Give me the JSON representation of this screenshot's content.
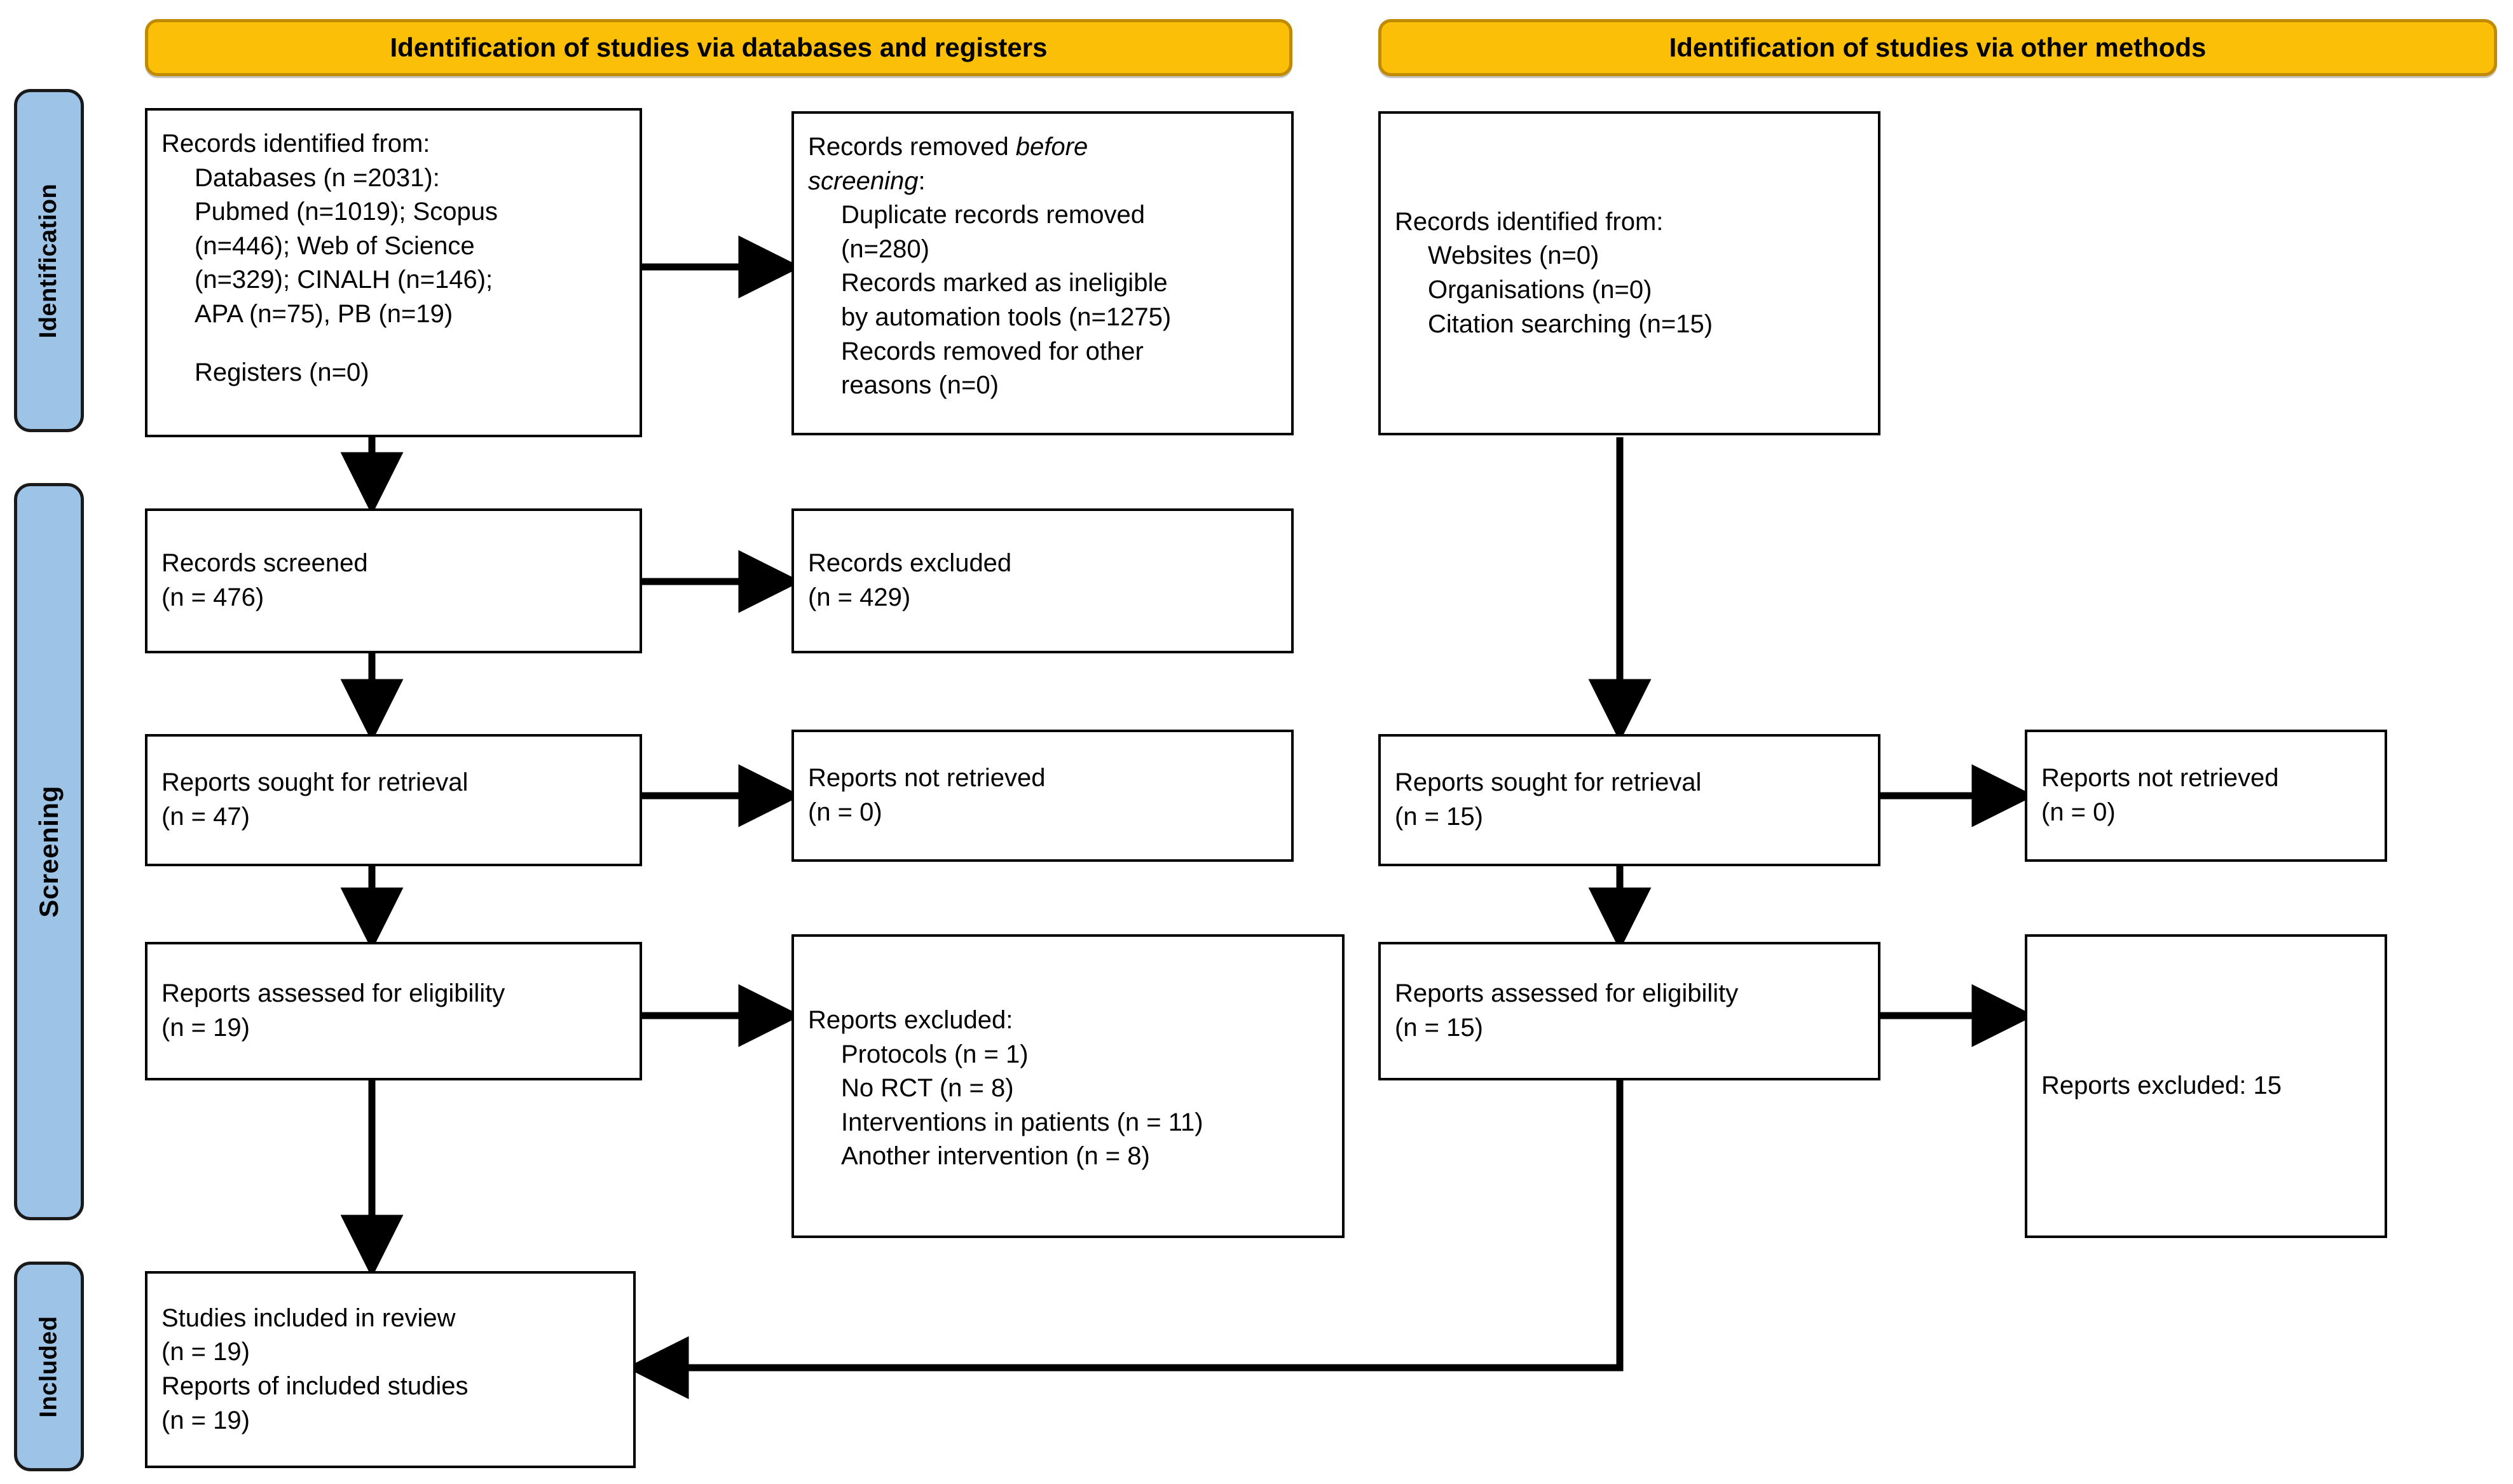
{
  "diagram": {
    "type": "PRISMA 2020 flow diagram",
    "banners": [
      {
        "id": "databases",
        "label": "Identification of studies via databases and registers"
      },
      {
        "id": "other",
        "label": "Identification of studies via other methods"
      }
    ],
    "phases": [
      {
        "id": "identification",
        "label": "Identification"
      },
      {
        "id": "screening",
        "label": "Screening"
      },
      {
        "id": "included",
        "label": "Included"
      }
    ],
    "colors": {
      "banner_fill": "#FCBF07",
      "banner_border": "#C08A02",
      "phase_fill": "#9DC3E6",
      "box_border": "#000000",
      "page_background": "#FFFFFF"
    },
    "boxes": {
      "records_identified": {
        "lines": [
          {
            "text": "Records identified from:",
            "indent": false,
            "italic": false
          },
          {
            "text": "Databases (n =2031):",
            "indent": true,
            "italic": false
          },
          {
            "text": "Pubmed (n=1019); Scopus",
            "indent": true,
            "italic": false
          },
          {
            "text": "(n=446); Web of Science",
            "indent": true,
            "italic": false
          },
          {
            "text": "(n=329); CINALH (n=146);",
            "indent": true,
            "italic": false
          },
          {
            "text": "APA (n=75), PB (n=19)",
            "indent": true,
            "italic": false
          },
          {
            "text": "",
            "indent": false,
            "italic": false
          },
          {
            "text": "Registers (n=0)",
            "indent": true,
            "italic": false
          }
        ]
      },
      "records_removed": {
        "lines": [
          {
            "text": "Records removed ",
            "indent": false,
            "italic": false,
            "tail": "before",
            "tail_italic": true
          },
          {
            "text": "screening",
            "indent": false,
            "italic": true,
            "tail": ":",
            "tail_italic": false
          },
          {
            "text": "Duplicate records removed",
            "indent": true,
            "italic": false
          },
          {
            "text": "(n=280)",
            "indent": true,
            "italic": false
          },
          {
            "text": "Records marked as ineligible",
            "indent": true,
            "italic": false
          },
          {
            "text": "by automation tools (n=1275)",
            "indent": true,
            "italic": false
          },
          {
            "text": "Records removed for other",
            "indent": true,
            "italic": false
          },
          {
            "text": "reasons (n=0)",
            "indent": true,
            "italic": false
          }
        ]
      },
      "records_screened": {
        "lines": [
          {
            "text": "Records screened",
            "indent": false
          },
          {
            "text": "(n = 476)",
            "indent": false
          }
        ]
      },
      "records_excluded": {
        "lines": [
          {
            "text": "Records excluded",
            "indent": false
          },
          {
            "text": "(n = 429)",
            "indent": false
          }
        ]
      },
      "reports_sought_left": {
        "lines": [
          {
            "text": "Reports sought for retrieval",
            "indent": false
          },
          {
            "text": "(n = 47)",
            "indent": false
          }
        ]
      },
      "reports_not_retrieved_left": {
        "lines": [
          {
            "text": "Reports not retrieved",
            "indent": false
          },
          {
            "text": "(n = 0)",
            "indent": false
          }
        ]
      },
      "reports_assessed_left": {
        "lines": [
          {
            "text": "Reports assessed for eligibility",
            "indent": false
          },
          {
            "text": "(n = 19)",
            "indent": false
          }
        ]
      },
      "reports_excluded_left": {
        "lines": [
          {
            "text": "Reports excluded:",
            "indent": false
          },
          {
            "text": "Protocols (n = 1)",
            "indent": true
          },
          {
            "text": "No RCT (n = 8)",
            "indent": true
          },
          {
            "text": "Interventions in patients (n = 11)",
            "indent": true
          },
          {
            "text": "Another intervention (n = 8)",
            "indent": true
          }
        ]
      },
      "studies_included": {
        "lines": [
          {
            "text": "Studies included in review",
            "indent": false
          },
          {
            "text": "(n = 19)",
            "indent": false
          },
          {
            "text": "Reports of included studies",
            "indent": false
          },
          {
            "text": "(n = 19)",
            "indent": false
          }
        ]
      },
      "records_identified_other": {
        "lines": [
          {
            "text": "Records identified from:",
            "indent": false
          },
          {
            "text": "Websites (n=0)",
            "indent": true
          },
          {
            "text": "Organisations (n=0)",
            "indent": true
          },
          {
            "text": "Citation searching (n=15)",
            "indent": true
          }
        ]
      },
      "reports_sought_right": {
        "lines": [
          {
            "text": "Reports sought for retrieval",
            "indent": false
          },
          {
            "text": "(n = 15)",
            "indent": false
          }
        ]
      },
      "reports_not_retrieved_right": {
        "lines": [
          {
            "text": "Reports not retrieved",
            "indent": false
          },
          {
            "text": "(n = 0)",
            "indent": false
          }
        ]
      },
      "reports_assessed_right": {
        "lines": [
          {
            "text": "Reports assessed for eligibility",
            "indent": false
          },
          {
            "text": "(n = 15)",
            "indent": false
          }
        ]
      },
      "reports_excluded_right": {
        "lines": [
          {
            "text": "Reports excluded: 15",
            "indent": false
          }
        ]
      }
    },
    "chart_data": {
      "type": "flow",
      "title": "PRISMA 2020 flow diagram",
      "nodes": [
        {
          "id": "records_identified",
          "stage": "Identification",
          "column": "databases",
          "counts": {
            "databases_total": 2031,
            "pubmed": 1019,
            "scopus": 446,
            "web_of_science": 329,
            "cinalh": 146,
            "apa": 75,
            "pb": 19,
            "registers": 0
          }
        },
        {
          "id": "records_removed",
          "stage": "Identification",
          "column": "databases",
          "counts": {
            "duplicates": 280,
            "ineligible_automation": 1275,
            "other_reasons": 0
          }
        },
        {
          "id": "records_screened",
          "stage": "Screening",
          "column": "databases",
          "counts": {
            "n": 476
          }
        },
        {
          "id": "records_excluded",
          "stage": "Screening",
          "column": "databases",
          "counts": {
            "n": 429
          }
        },
        {
          "id": "reports_sought_left",
          "stage": "Screening",
          "column": "databases",
          "counts": {
            "n": 47
          }
        },
        {
          "id": "reports_not_retrieved_left",
          "stage": "Screening",
          "column": "databases",
          "counts": {
            "n": 0
          }
        },
        {
          "id": "reports_assessed_left",
          "stage": "Screening",
          "column": "databases",
          "counts": {
            "n": 19
          }
        },
        {
          "id": "reports_excluded_left",
          "stage": "Screening",
          "column": "databases",
          "counts": {
            "protocols": 1,
            "no_rct": 8,
            "interventions_in_patients": 11,
            "another_intervention": 8
          }
        },
        {
          "id": "studies_included",
          "stage": "Included",
          "column": "databases",
          "counts": {
            "studies": 19,
            "reports": 19
          }
        },
        {
          "id": "records_identified_other",
          "stage": "Identification",
          "column": "other",
          "counts": {
            "websites": 0,
            "organisations": 0,
            "citation_searching": 15
          }
        },
        {
          "id": "reports_sought_right",
          "stage": "Screening",
          "column": "other",
          "counts": {
            "n": 15
          }
        },
        {
          "id": "reports_not_retrieved_right",
          "stage": "Screening",
          "column": "other",
          "counts": {
            "n": 0
          }
        },
        {
          "id": "reports_assessed_right",
          "stage": "Screening",
          "column": "other",
          "counts": {
            "n": 15
          }
        },
        {
          "id": "reports_excluded_right",
          "stage": "Screening",
          "column": "other",
          "counts": {
            "n": 15
          }
        }
      ],
      "edges": [
        {
          "from": "records_identified",
          "to": "records_removed"
        },
        {
          "from": "records_identified",
          "to": "records_screened"
        },
        {
          "from": "records_screened",
          "to": "records_excluded"
        },
        {
          "from": "records_screened",
          "to": "reports_sought_left"
        },
        {
          "from": "reports_sought_left",
          "to": "reports_not_retrieved_left"
        },
        {
          "from": "reports_sought_left",
          "to": "reports_assessed_left"
        },
        {
          "from": "reports_assessed_left",
          "to": "reports_excluded_left"
        },
        {
          "from": "reports_assessed_left",
          "to": "studies_included"
        },
        {
          "from": "records_identified_other",
          "to": "reports_sought_right"
        },
        {
          "from": "reports_sought_right",
          "to": "reports_not_retrieved_right"
        },
        {
          "from": "reports_sought_right",
          "to": "reports_assessed_right"
        },
        {
          "from": "reports_assessed_right",
          "to": "reports_excluded_right"
        },
        {
          "from": "reports_assessed_right",
          "to": "studies_included"
        }
      ]
    }
  }
}
